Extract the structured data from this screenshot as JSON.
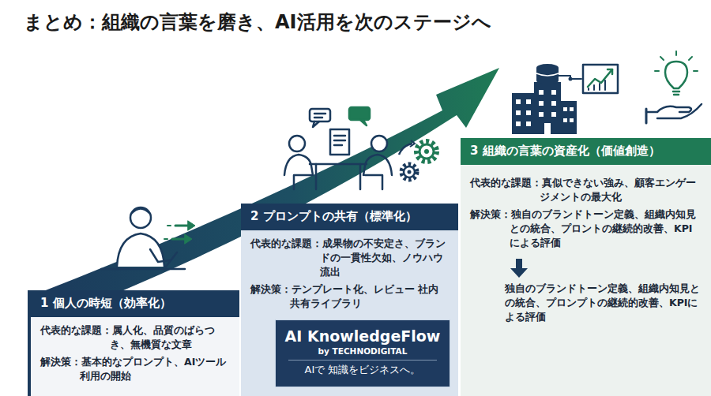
{
  "diagram": {
    "title": "まとめ：組織の言葉を磨き、AI活用を次のステージへ",
    "nodes": [
      {
        "text": [
          "1 個人の時短（効率化）",
          "代表的な課題：属人化、品質のばらつき、無機質な文章",
          "解決策：基本的なプロンプト、AIツール利用の開始"
        ]
      },
      {
        "text": [
          "2 プロンプトの共有（標準化）",
          "代表的な課題：成果物の不安定さ、ブランドの一貫性欠如、ノウハウ流出",
          "解決策：テンプレート化、レビュー 社内共有ライブラリ"
        ]
      },
      {
        "text": [
          "AI KnowledgeFlow",
          "by TECHNODIGITAL",
          "AIで 知識をビジネスへ。"
        ],
        "in": 1
      },
      {
        "text": [
          "3 組織の言葉の資産化（価値創造）",
          "代表的な課題：真似できない強み、顧客エンゲージメントの最大化",
          "解決策：独自のブランドトーン定義、組織内知見との統合、プロントの継続的改善、KPIによる評価",
          "独自のブランドトーン定義、組織内知見との統合、プロンプトの継続的改善、KPIによる評価"
        ]
      }
    ]
  }
}
